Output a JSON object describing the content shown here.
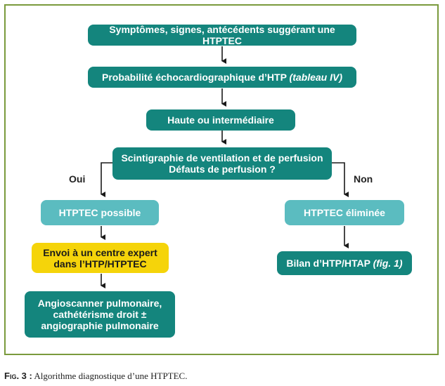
{
  "figure": {
    "nodes": {
      "symptoms": "Symptômes, signes, antécédents suggérant une HTPTEC",
      "echo_main": "Probabilité échocardiographique d’HTP",
      "echo_ref": "(tableau IV)",
      "high_intermediate": "Haute ou intermédiaire",
      "scintigraphy_line1": "Scintigraphie de ventilation et de perfusion",
      "scintigraphy_line2": "Défauts de perfusion ?",
      "htptec_possible": "HTPTEC possible",
      "htptec_eliminated": "HTPTEC éliminée",
      "expert_line1": "Envoi à un centre expert",
      "expert_line2": "dans l’HTP/HTPTEC",
      "bilan_main": "Bilan d’HTP/HTAP",
      "bilan_ref": "(fig. 1)",
      "angio_line1": "Angioscanner pulmonaire,",
      "angio_line2": "cathétérisme droit ±",
      "angio_line3": "angiographie pulmonaire"
    },
    "branch_labels": {
      "yes": "Oui",
      "no": "Non"
    },
    "colors": {
      "frame": "#7a9a3c",
      "dark_box": "#14857d",
      "light_box": "#5bbcc0",
      "highlight_box": "#f5d40a",
      "arrow": "#1a1a1a"
    }
  },
  "caption": {
    "prefix": "Fig. 3 :",
    "text": "Algorithme diagnostique d’une HTPTEC."
  }
}
